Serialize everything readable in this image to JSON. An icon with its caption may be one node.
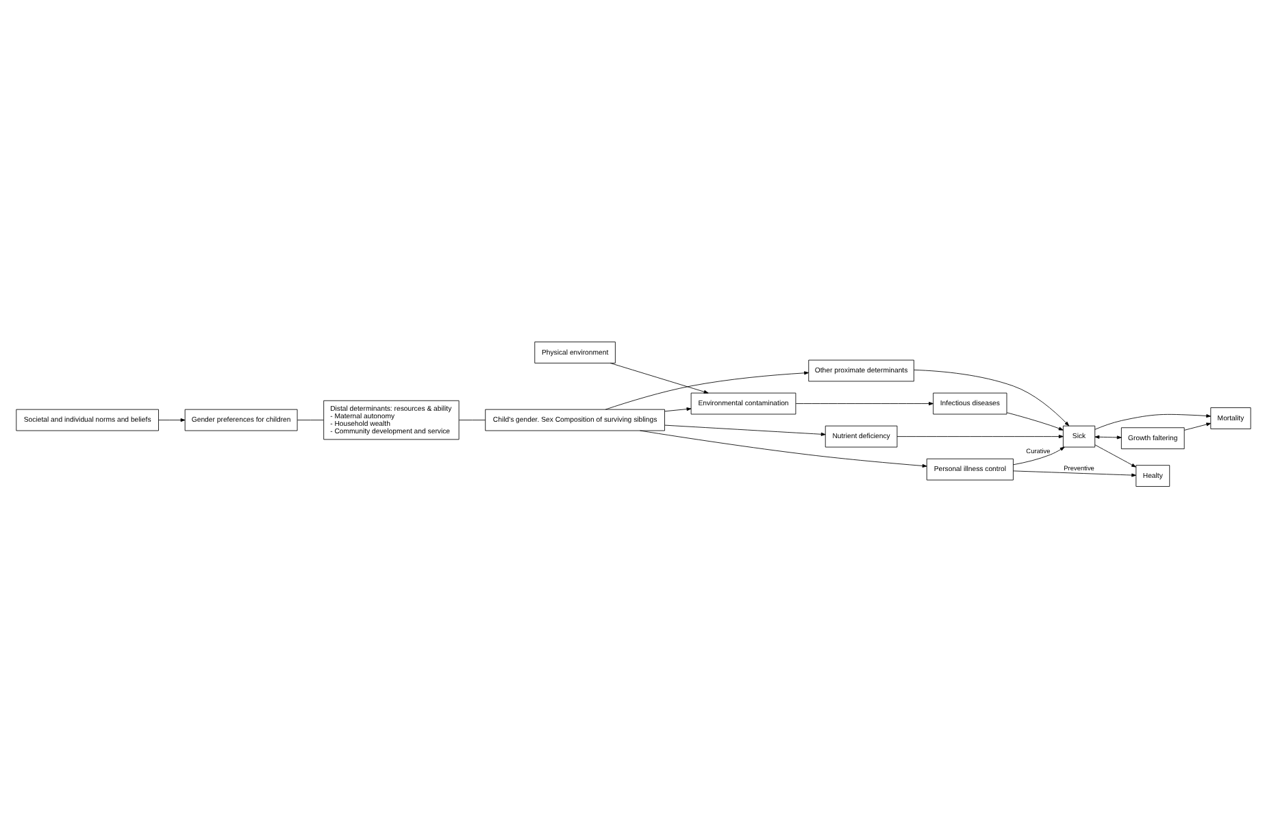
{
  "diagram": {
    "nodes": [
      {
        "text": [
          "Societal and individual norms and beliefs"
        ]
      },
      {
        "text": [
          "Gender preferences for children"
        ]
      },
      {
        "text": [
          "Physical environment"
        ]
      },
      {
        "text": [
          "Healty"
        ]
      },
      {
        "text": [
          "Distal determinants: resources & ability",
          "- Maternal autonomy",
          "- Household wealth",
          "- Community development and service"
        ]
      },
      {
        "text": [
          "Child's gender. Sex Composition of surviving siblings"
        ]
      },
      {
        "text": [
          "Environmental contamination"
        ]
      },
      {
        "text": [
          "Infectious diseases"
        ]
      },
      {
        "text": [
          "Nutrient deficiency"
        ]
      },
      {
        "text": [
          "Personal illness control"
        ]
      },
      {
        "text": [
          "Other proximate determinants"
        ]
      },
      {
        "text": [
          "Sick"
        ]
      },
      {
        "text": [
          "Growth faltering"
        ]
      },
      {
        "text": [
          "Mortality"
        ]
      }
    ],
    "edges": [
      {
        "from": 0,
        "to": 1,
        "arrow": "to"
      },
      {
        "from": 1,
        "to": 4,
        "arrow": "none"
      },
      {
        "from": 4,
        "to": 5,
        "arrow": "none"
      },
      {
        "from": 5,
        "to": 6,
        "arrow": "to"
      },
      {
        "from": 5,
        "to": 8,
        "arrow": "to"
      },
      {
        "from": 5,
        "to": 9,
        "arrow": "to"
      },
      {
        "from": 5,
        "to": 10,
        "arrow": "to"
      },
      {
        "from": 2,
        "to": 6,
        "arrow": "to"
      },
      {
        "from": 6,
        "to": 7,
        "arrow": "to"
      },
      {
        "from": 7,
        "to": 11,
        "arrow": "to"
      },
      {
        "from": 8,
        "to": 11,
        "arrow": "to"
      },
      {
        "from": 9,
        "to": 3,
        "arrow": "to",
        "label": "Preventive"
      },
      {
        "from": 9,
        "to": 11,
        "arrow": "to",
        "label": "Curative"
      },
      {
        "from": 10,
        "to": 11,
        "arrow": "to"
      },
      {
        "from": 11,
        "to": 3,
        "arrow": "to"
      },
      {
        "from": 11,
        "to": 12,
        "arrow": "both"
      },
      {
        "from": 11,
        "to": 13,
        "arrow": "to"
      },
      {
        "from": 12,
        "to": 13,
        "arrow": "to"
      }
    ]
  }
}
